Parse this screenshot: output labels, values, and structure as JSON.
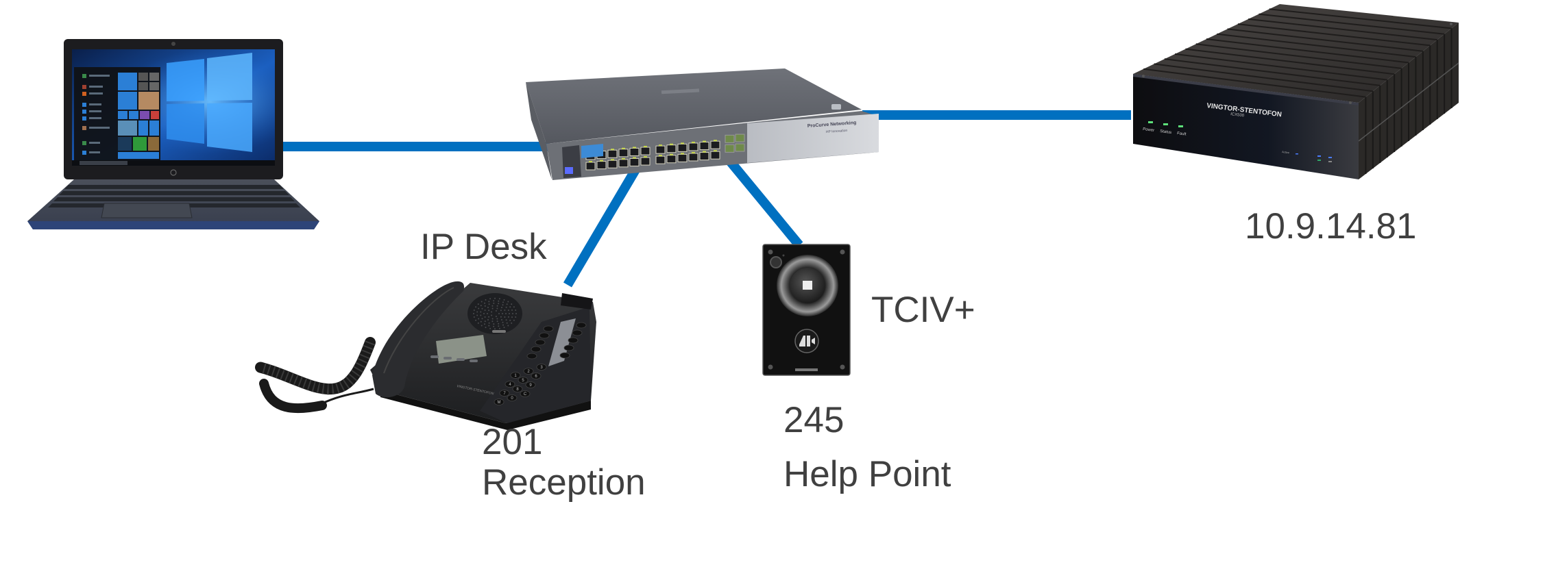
{
  "diagram": {
    "link_color": "#0070C0",
    "text_color": "#404040",
    "nodes": {
      "laptop": {
        "label": ""
      },
      "switch": {
        "brand_text": "ProCurve Networking",
        "sub_text": "HP Innovation"
      },
      "server": {
        "brand": "VINGTOR-STENTOFON",
        "model": "ICX500",
        "leds": [
          "Power",
          "Status",
          "Fault"
        ],
        "right_indicator": "Active",
        "ip_label": "10.9.14.81"
      },
      "ip_desk": {
        "title": "IP Desk",
        "number": "201",
        "name": "Reception",
        "brand": "VINGTOR-STENTOFON",
        "keys": [
          "1",
          "2",
          "3",
          "4",
          "5",
          "6",
          "7",
          "8",
          "9",
          "M",
          "0",
          "C"
        ]
      },
      "help_point": {
        "title": "TCIV+",
        "number": "245",
        "name": "Help Point"
      }
    },
    "links": [
      {
        "from": "laptop",
        "to": "switch"
      },
      {
        "from": "switch",
        "to": "server"
      },
      {
        "from": "switch",
        "to": "ip_desk"
      },
      {
        "from": "switch",
        "to": "help_point"
      }
    ]
  }
}
